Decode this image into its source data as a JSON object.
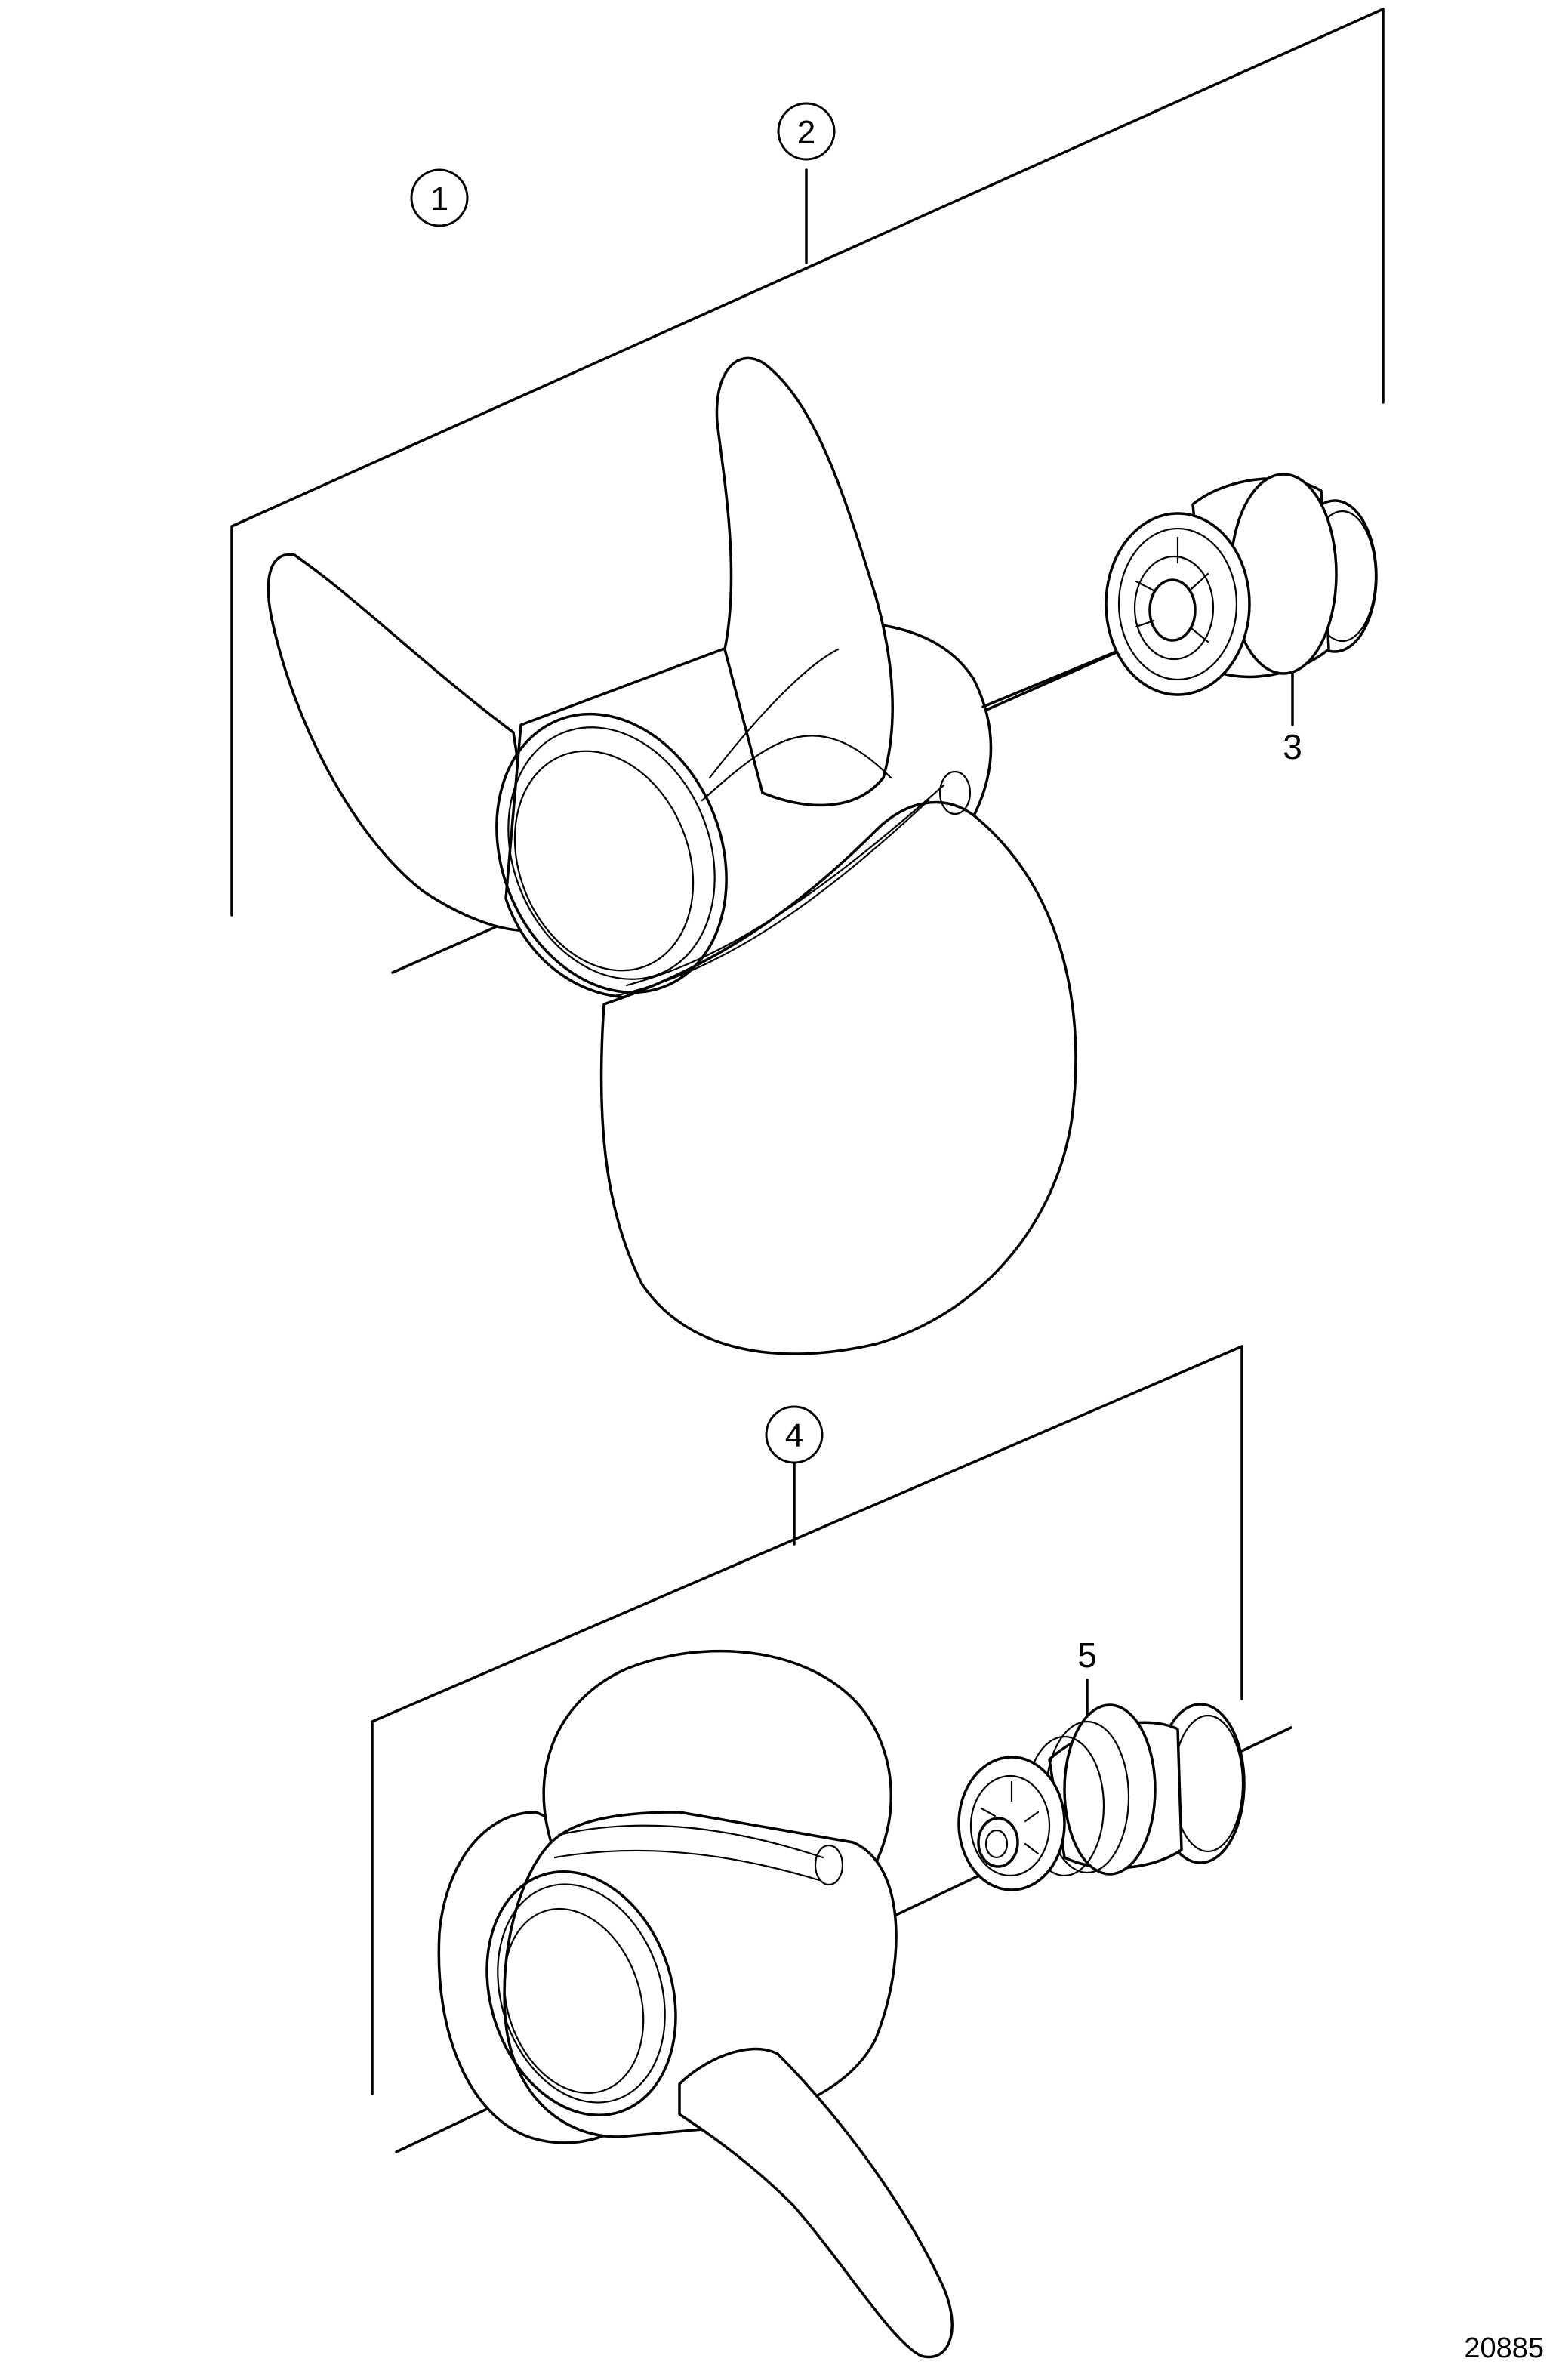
{
  "callouts": {
    "c1": "1",
    "c2": "2",
    "c3": "3",
    "c4": "4",
    "c5": "5"
  },
  "reference_number": "20885"
}
